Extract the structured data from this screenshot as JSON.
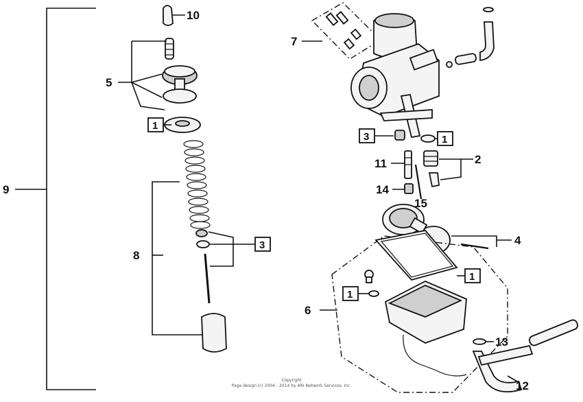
{
  "diagram": {
    "callouts": {
      "c1": "1",
      "c2": "2",
      "c3": "3",
      "c4": "4",
      "c5": "5",
      "c6": "6",
      "c7": "7",
      "c8": "8",
      "c9": "9",
      "c10": "10",
      "c11": "11",
      "c12": "12",
      "c13": "13",
      "c14": "14",
      "c15": "15"
    },
    "copyright": {
      "line1": "Copyright",
      "line2": "Page design (c) 2004 - 2014 by ARI Network Services, Inc."
    }
  }
}
